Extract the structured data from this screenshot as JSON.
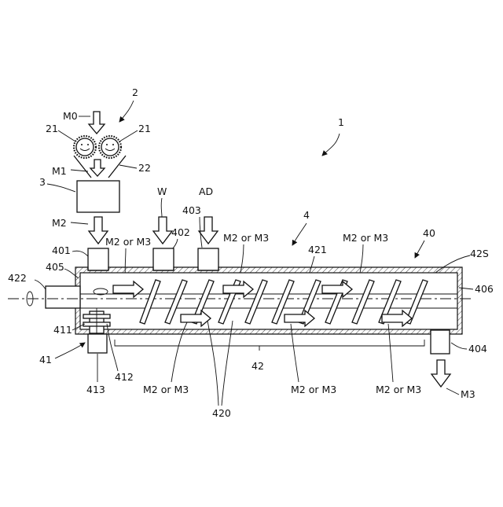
{
  "labels": {
    "fig_ref": "1",
    "supply_unit": "2",
    "crusher": "3",
    "kneader": "4",
    "barrel_assembly": "40",
    "drive": "41",
    "barrel": "42",
    "barrel_inner": "42S",
    "port_401": "401",
    "port_402": "402",
    "port_403": "403",
    "outlet_404": "404",
    "end_405": "405",
    "end_406": "406",
    "shaft_411": "411",
    "gear_412": "412",
    "motor_413": "413",
    "screw_420": "420",
    "shaft_421": "421",
    "axis_422": "422",
    "roller_left": "21",
    "roller_right": "21",
    "guide_22": "22"
  },
  "materials": {
    "m0": "M0",
    "m1": "M1",
    "m2": "M2",
    "m3_out": "M3",
    "water": "W",
    "additive": "AD",
    "mix": "M2 or M3"
  }
}
